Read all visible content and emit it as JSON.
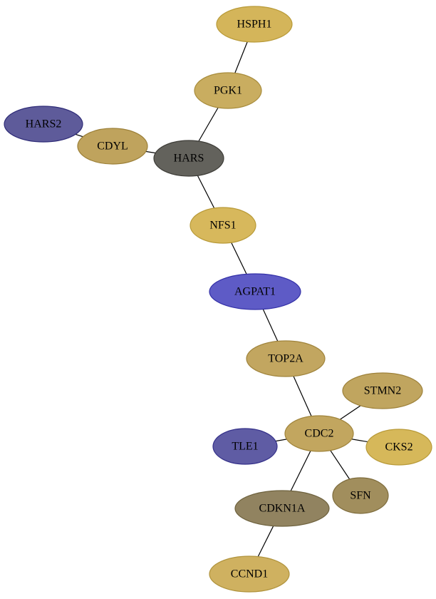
{
  "graph": {
    "nodes": [
      {
        "id": "HSPH1",
        "label": "HSPH1",
        "fill": "#d4b55a",
        "stroke": "#b89a38"
      },
      {
        "id": "PGK1",
        "label": "PGK1",
        "fill": "#c9ad60",
        "stroke": "#a88c3c"
      },
      {
        "id": "HARS2",
        "label": "HARS2",
        "fill": "#5e5b9a",
        "stroke": "#2f2c78"
      },
      {
        "id": "CDYL",
        "label": "CDYL",
        "fill": "#bfa35d",
        "stroke": "#9c8038"
      },
      {
        "id": "HARS",
        "label": "HARS",
        "fill": "#63625c",
        "stroke": "#3e3d38"
      },
      {
        "id": "NFS1",
        "label": "NFS1",
        "fill": "#d7b85c",
        "stroke": "#b89a38"
      },
      {
        "id": "AGPAT1",
        "label": "AGPAT1",
        "fill": "#5e5bc6",
        "stroke": "#3431a8"
      },
      {
        "id": "TOP2A",
        "label": "TOP2A",
        "fill": "#c2a660",
        "stroke": "#a0843c"
      },
      {
        "id": "STMN2",
        "label": "STMN2",
        "fill": "#c0a55f",
        "stroke": "#9e823b"
      },
      {
        "id": "CDC2",
        "label": "CDC2",
        "fill": "#c2a65f",
        "stroke": "#a0843b"
      },
      {
        "id": "TLE1",
        "label": "TLE1",
        "fill": "#5f5ca4",
        "stroke": "#35318a"
      },
      {
        "id": "CKS2",
        "label": "CKS2",
        "fill": "#d6b85a",
        "stroke": "#b89a38"
      },
      {
        "id": "SFN",
        "label": "SFN",
        "fill": "#a18e5d",
        "stroke": "#7e6c3c"
      },
      {
        "id": "CDKN1A",
        "label": "CDKN1A",
        "fill": "#918360",
        "stroke": "#6e623e"
      },
      {
        "id": "CCND1",
        "label": "CCND1",
        "fill": "#cfb160",
        "stroke": "#b0933c"
      }
    ],
    "edges": [
      {
        "source": "HSPH1",
        "target": "PGK1"
      },
      {
        "source": "PGK1",
        "target": "HARS"
      },
      {
        "source": "HARS2",
        "target": "CDYL"
      },
      {
        "source": "CDYL",
        "target": "HARS"
      },
      {
        "source": "HARS",
        "target": "NFS1"
      },
      {
        "source": "NFS1",
        "target": "AGPAT1"
      },
      {
        "source": "AGPAT1",
        "target": "TOP2A"
      },
      {
        "source": "TOP2A",
        "target": "CDC2"
      },
      {
        "source": "STMN2",
        "target": "CDC2"
      },
      {
        "source": "TLE1",
        "target": "CDC2"
      },
      {
        "source": "CKS2",
        "target": "CDC2"
      },
      {
        "source": "SFN",
        "target": "CDC2"
      },
      {
        "source": "CDKN1A",
        "target": "CDC2"
      },
      {
        "source": "CCND1",
        "target": "CDKN1A"
      }
    ]
  }
}
